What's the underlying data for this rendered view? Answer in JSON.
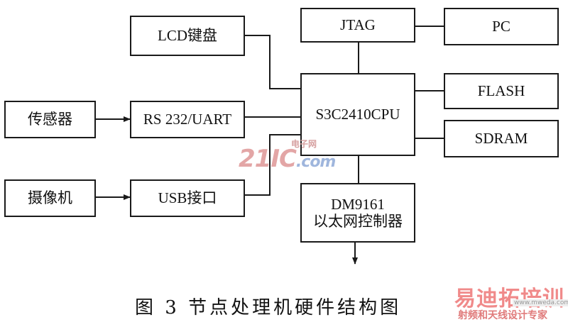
{
  "blocks": {
    "lcd": "LCD键盘",
    "jtag": "JTAG",
    "pc": "PC",
    "sensor": "传感器",
    "rs232": "RS 232/UART",
    "cpu": "S3C2410CPU",
    "flash": "FLASH",
    "sdram": "SDRAM",
    "camera": "摄像机",
    "usb": "USB接口",
    "dm_line1": "DM9161",
    "dm_line2": "以太网控制器"
  },
  "caption": "图 3   节点处理机硬件结构图",
  "watermarks": {
    "site_logo": "21IC",
    "site_logo_suffix": ".com",
    "site_logo_cn": "电子网",
    "training_logo": "易迪拓培训",
    "training_sub": "射频和天线设计专家",
    "training_url": "www.mweda.com"
  },
  "colors": {
    "line": "#1a1a1a",
    "watermark_red": "#f08a8a",
    "watermark_blue": "#9fb6dd"
  }
}
